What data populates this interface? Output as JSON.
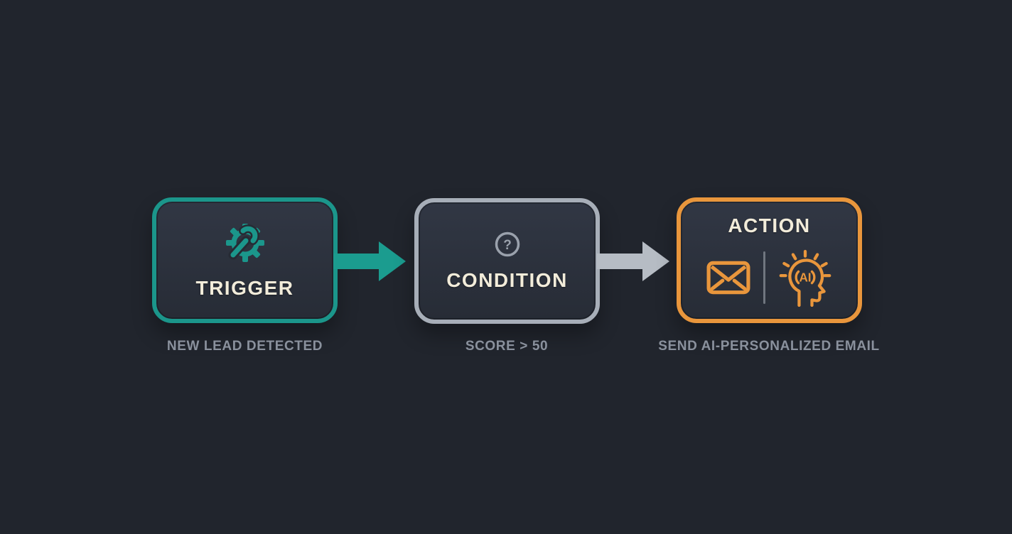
{
  "diagram": {
    "background_color": "#21252d",
    "box_fill_top": "#313744",
    "box_fill_bottom": "#272c36",
    "title_color": "#f2ecda",
    "caption_color": "#8a919d"
  },
  "nodes": [
    {
      "id": "trigger",
      "title": "TRIGGER",
      "caption": "NEW LEAD DETECTED",
      "accent": "#1b968b",
      "icon": "gear-wrench-icon"
    },
    {
      "id": "condition",
      "title": "CONDITION",
      "caption": "SCORE > 50",
      "accent": "#a7aeb8",
      "icon": "question-circle-icon",
      "icon_color": "#9aa1ac",
      "icon_glyph": "?"
    },
    {
      "id": "action",
      "title": "ACTION",
      "caption": "SEND AI-PERSONALIZED EMAIL",
      "accent": "#e9963c",
      "icons": [
        "envelope-icon",
        "ai-head-icon"
      ],
      "ai_label": "AI"
    }
  ],
  "arrows": [
    {
      "from": "trigger",
      "to": "condition",
      "color": "#1b9c8f"
    },
    {
      "from": "condition",
      "to": "action",
      "color": "#b6bcc4"
    }
  ]
}
